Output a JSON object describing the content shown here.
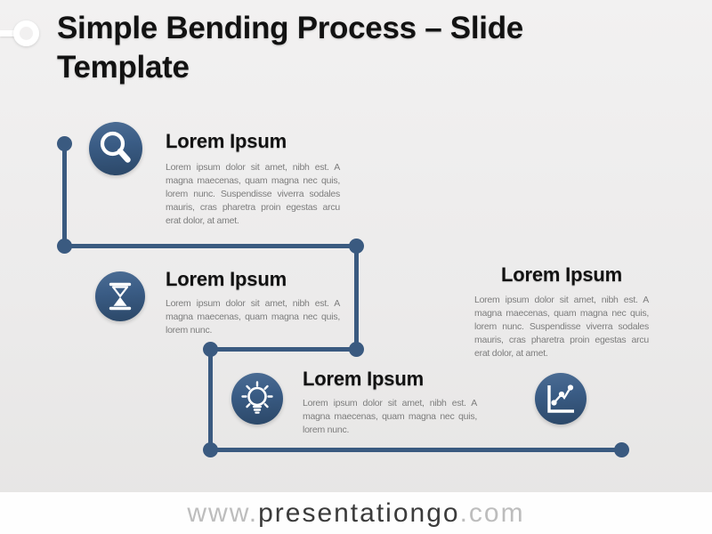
{
  "slide": {
    "title": "Simple Bending Process – Slide Template",
    "steps": [
      {
        "icon": "magnifier-icon",
        "heading": "Lorem Ipsum",
        "body": "Lorem ipsum dolor sit amet, nibh est. A magna maecenas, quam magna nec quis, lorem nunc. Suspendisse viverra sodales mauris, cras pharetra proin egestas arcu erat dolor, at amet."
      },
      {
        "icon": "hourglass-icon",
        "heading": "Lorem Ipsum",
        "body": "Lorem ipsum dolor sit amet, nibh est. A magna maecenas, quam magna nec quis, lorem nunc."
      },
      {
        "icon": "lightbulb-icon",
        "heading": "Lorem Ipsum",
        "body": "Lorem ipsum dolor sit amet, nibh est. A magna maecenas, quam magna nec quis, lorem nunc."
      },
      {
        "icon": "line-chart-icon",
        "heading": "Lorem Ipsum",
        "body": "Lorem ipsum dolor sit amet, nibh est. A magna maecenas, quam magna nec quis, lorem nunc. Suspendisse viverra sodales mauris, cras pharetra proin egestas arcu erat dolor, at amet."
      }
    ],
    "footer": {
      "www": "www.",
      "domain": "presentationgo",
      "com": ".com"
    },
    "colors": {
      "connector": "#3a5a80",
      "node_gradient_top": "#4c6d94",
      "node_gradient_bottom": "#2b4767",
      "heading_text": "#121212",
      "body_text": "#7d7d7d",
      "background": "#ecebeb",
      "footer_background": "#fefefe",
      "footer_gray": "#bdbdbd",
      "footer_dark": "#3b3b3b"
    }
  }
}
